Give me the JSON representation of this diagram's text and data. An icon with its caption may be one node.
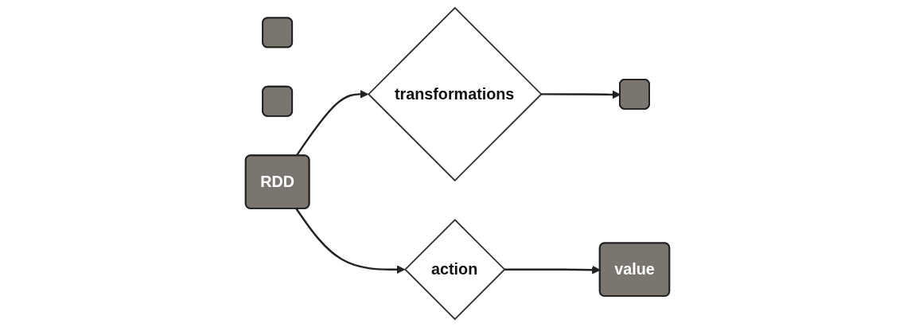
{
  "diagram": {
    "nodes": [
      {
        "text": [
          "transformations"
        ]
      },
      {
        "text": [],
        "shape": "box"
      },
      {
        "text": [],
        "shape": "box"
      },
      {
        "text": [],
        "shape": "box"
      },
      {
        "text": [
          "RDD"
        ]
      },
      {
        "text": [
          "action"
        ]
      },
      {
        "text": [
          "value"
        ]
      }
    ],
    "edges": [
      {
        "from": 0,
        "to": 1,
        "arrow": "to"
      },
      {
        "from": 4,
        "to": 0,
        "arrow": "to"
      },
      {
        "from": 4,
        "to": 5,
        "arrow": "to"
      },
      {
        "from": 5,
        "to": 6,
        "arrow": "to"
      }
    ]
  }
}
